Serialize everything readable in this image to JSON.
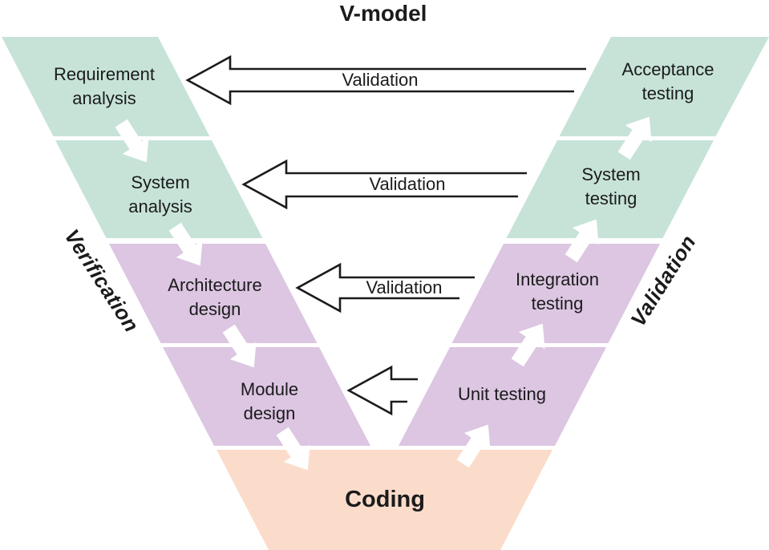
{
  "title": "V-model",
  "colors": {
    "analysis": "#c7e3d8",
    "design": "#dcc6e2",
    "coding": "#fbdcca",
    "arrow_fill": "#ffffff",
    "outline": "#1b1b1b"
  },
  "left_branch": {
    "axis_label": "Verification",
    "stages": [
      {
        "label": "Requirement\nanalysis"
      },
      {
        "label": "System\nanalysis"
      },
      {
        "label": "Architecture\ndesign"
      },
      {
        "label": "Module\ndesign"
      }
    ]
  },
  "right_branch": {
    "axis_label": "Validation",
    "stages": [
      {
        "label": "Acceptance\ntesting"
      },
      {
        "label": "System\ntesting"
      },
      {
        "label": "Integration\ntesting"
      },
      {
        "label": "Unit testing"
      }
    ]
  },
  "bottom_stage": {
    "label": "Coding"
  },
  "cross_arrows": [
    {
      "label": "Validation"
    },
    {
      "label": "Validation"
    },
    {
      "label": "Validation"
    },
    {
      "label": ""
    }
  ]
}
